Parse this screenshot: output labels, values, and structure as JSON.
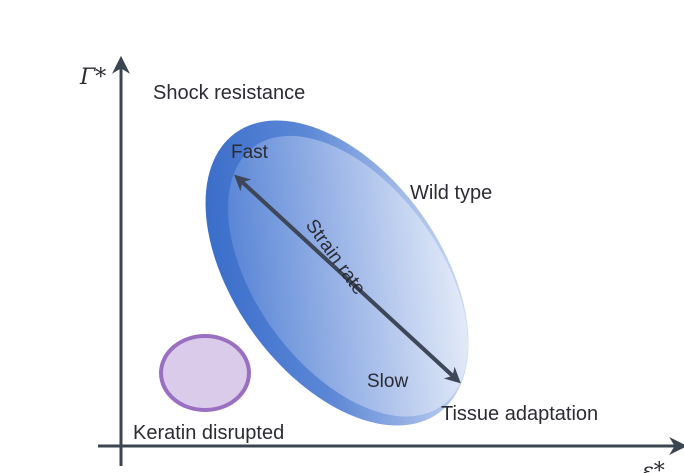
{
  "axes": {
    "y_label": "Γ*",
    "x_label": "ε*"
  },
  "labels": {
    "shock_resistance": "Shock resistance",
    "fast": "Fast",
    "wild_type": "Wild type",
    "strain_rate": "Strain rate",
    "slow": "Slow",
    "tissue_adaptation": "Tissue adaptation",
    "keratin_disrupted": "Keratin disrupted"
  },
  "colors": {
    "axis": "#3b4552",
    "ellipse_dark": "#2a62c4",
    "ellipse_light": "#ffffff",
    "arrow": "#3d4757",
    "keratin_fill": "#d9cbe9",
    "keratin_stroke": "#9a6ec0",
    "text": "#2b2b33"
  }
}
